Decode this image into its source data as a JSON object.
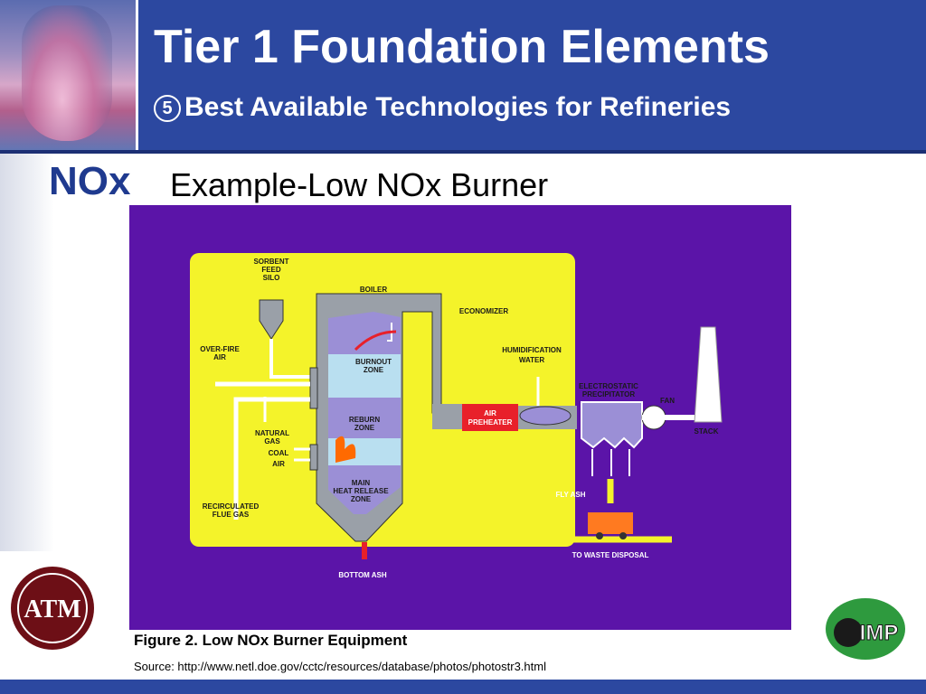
{
  "slide": {
    "title": "Tier 1 Foundation Elements",
    "subtitle_icon": "5",
    "subtitle": "Best Available Technologies for Refineries",
    "section_label": "NOx",
    "heading": "Example-Low NOx Burner"
  },
  "diagram": {
    "labels": {
      "sorbent_1": "SORBENT",
      "sorbent_2": "FEED",
      "sorbent_3": "SILO",
      "boiler": "BOILER",
      "economizer": "ECONOMIZER",
      "overfire_1": "OVER-FIRE",
      "overfire_2": "AIR",
      "burnout_1": "BURNOUT",
      "burnout_2": "ZONE",
      "humid_1": "HUMIDIFICATION",
      "humid_2": "WATER",
      "esp_1": "ELECTROSTATIC",
      "esp_2": "PRECIPITATOR",
      "fan": "FAN",
      "reburn_1": "REBURN",
      "reburn_2": "ZONE",
      "air_pre_1": "AIR",
      "air_pre_2": "PREHEATER",
      "stack": "STACK",
      "natgas_1": "NATURAL",
      "natgas_2": "GAS",
      "coal": "COAL",
      "air": "AIR",
      "main_1": "MAIN",
      "main_2": "HEAT RELEASE",
      "main_3": "ZONE",
      "recirc_1": "RECIRCULATED",
      "recirc_2": "FLUE GAS",
      "fly_ash": "FLY ASH",
      "waste": "TO WASTE DISPOSAL",
      "bottom_ash": "BOTTOM ASH"
    },
    "colors": {
      "background": "#5b14a8",
      "panel": "#f4f32a",
      "duct": "#9aa0a8",
      "zone_purple": "#9b8fd6",
      "zone_blue": "#b9dff0",
      "flame": "#ff6a00",
      "preheater": "#e8202a"
    }
  },
  "figure": {
    "caption": "Figure 2. Low NOx Burner Equipment",
    "source": "Source: http://www.netl.doe.gov/cctc/resources/database/photos/photostr3.html"
  },
  "logos": {
    "atm_text": "ATM",
    "imp_text": "IMP"
  }
}
